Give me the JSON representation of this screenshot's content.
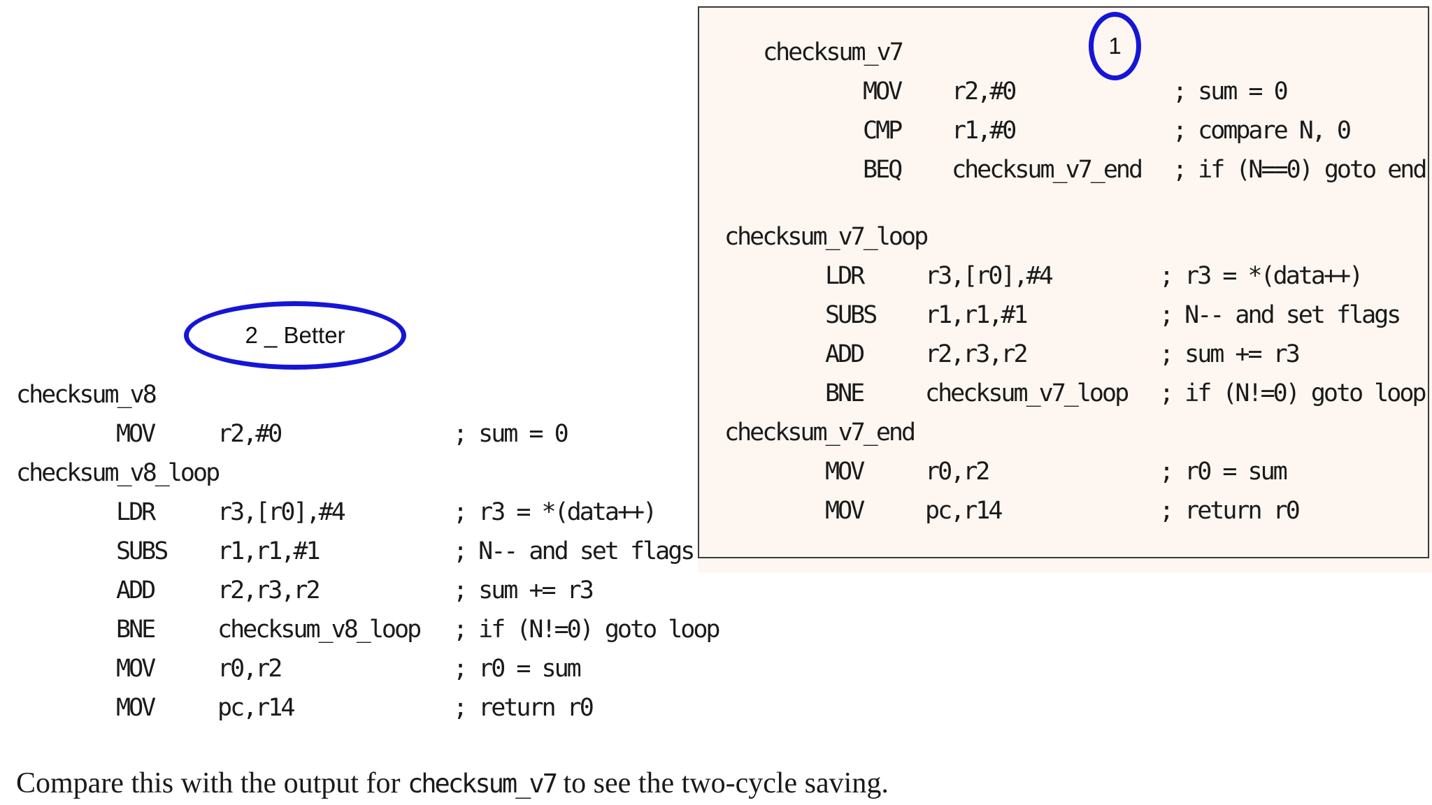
{
  "v7": {
    "badge": "1",
    "label_fn": "checksum_v7",
    "label_loop": "checksum_v7_loop",
    "label_end": "checksum_v7_end",
    "rows": [
      {
        "op": "MOV",
        "args": "r2,#0",
        "comment": "; sum = 0"
      },
      {
        "op": "CMP",
        "args": "r1,#0",
        "comment": "; compare N, 0"
      },
      {
        "op": "BEQ",
        "args": "checksum_v7_end",
        "comment": "; if (N==0) goto end"
      },
      {
        "op": "LDR",
        "args": "r3,[r0],#4",
        "comment": "; r3 = *(data++)"
      },
      {
        "op": "SUBS",
        "args": "r1,r1,#1",
        "comment": "; N-- and set flags"
      },
      {
        "op": "ADD",
        "args": "r2,r3,r2",
        "comment": "; sum += r3"
      },
      {
        "op": "BNE",
        "args": "checksum_v7_loop",
        "comment": "; if (N!=0) goto loop"
      },
      {
        "op": "MOV",
        "args": "r0,r2",
        "comment": "; r0 = sum"
      },
      {
        "op": "MOV",
        "args": "pc,r14",
        "comment": "; return r0"
      }
    ]
  },
  "v8": {
    "badge": "2 _ Better",
    "label_fn": "checksum_v8",
    "label_loop": "checksum_v8_loop",
    "rows": [
      {
        "op": "MOV",
        "args": "r2,#0",
        "comment": "; sum = 0"
      },
      {
        "op": "LDR",
        "args": "r3,[r0],#4",
        "comment": "; r3 = *(data++)"
      },
      {
        "op": "SUBS",
        "args": "r1,r1,#1",
        "comment": "; N-- and set flags"
      },
      {
        "op": "ADD",
        "args": "r2,r3,r2",
        "comment": "; sum += r3"
      },
      {
        "op": "BNE",
        "args": "checksum_v8_loop",
        "comment": "; if (N!=0) goto loop"
      },
      {
        "op": "MOV",
        "args": "r0,r2",
        "comment": "; r0 = sum"
      },
      {
        "op": "MOV",
        "args": "pc,r14",
        "comment": "; return r0"
      }
    ]
  },
  "caption": {
    "before": "Compare this with the output for ",
    "code": "checksum_v7",
    "after": " to see the two-cycle saving."
  },
  "colors": {
    "highlight": "#1515d8",
    "panel_bg": "#fdf6f1"
  }
}
